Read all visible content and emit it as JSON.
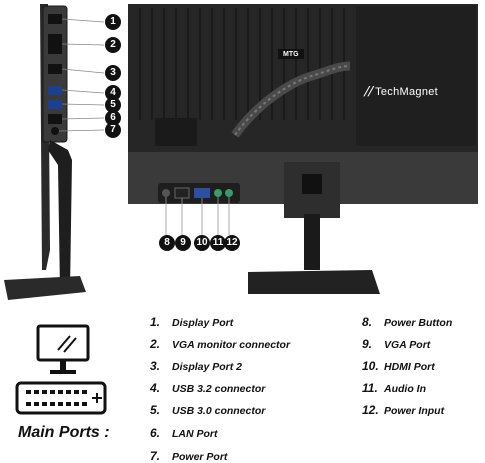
{
  "brand": "TechMagnet",
  "back_label": "MTG",
  "main_ports_label": "Main Ports :",
  "legend": [
    {
      "num": "1.",
      "text": "Display Port"
    },
    {
      "num": "2.",
      "text": "VGA monitor connector"
    },
    {
      "num": "3.",
      "text": "Display Port 2"
    },
    {
      "num": "4.",
      "text": "USB 3.2 connector"
    },
    {
      "num": "5.",
      "text": "USB 3.0 connector"
    },
    {
      "num": "6.",
      "text": "LAN Port"
    },
    {
      "num": "7.",
      "text": "Power Port"
    },
    {
      "num": "8.",
      "text": "Power Button"
    },
    {
      "num": "9.",
      "text": "VGA Port"
    },
    {
      "num": "10.",
      "text": "HDMI Port"
    },
    {
      "num": "11.",
      "text": "Audio In"
    },
    {
      "num": "12.",
      "text": "Power Input"
    }
  ],
  "badges": [
    "1",
    "2",
    "3",
    "4",
    "5",
    "6",
    "7",
    "8",
    "9",
    "10",
    "11",
    "12"
  ],
  "colors": {
    "panel": "#2b2b2b",
    "stand": "#1c1c1c",
    "badge": "#111111"
  }
}
